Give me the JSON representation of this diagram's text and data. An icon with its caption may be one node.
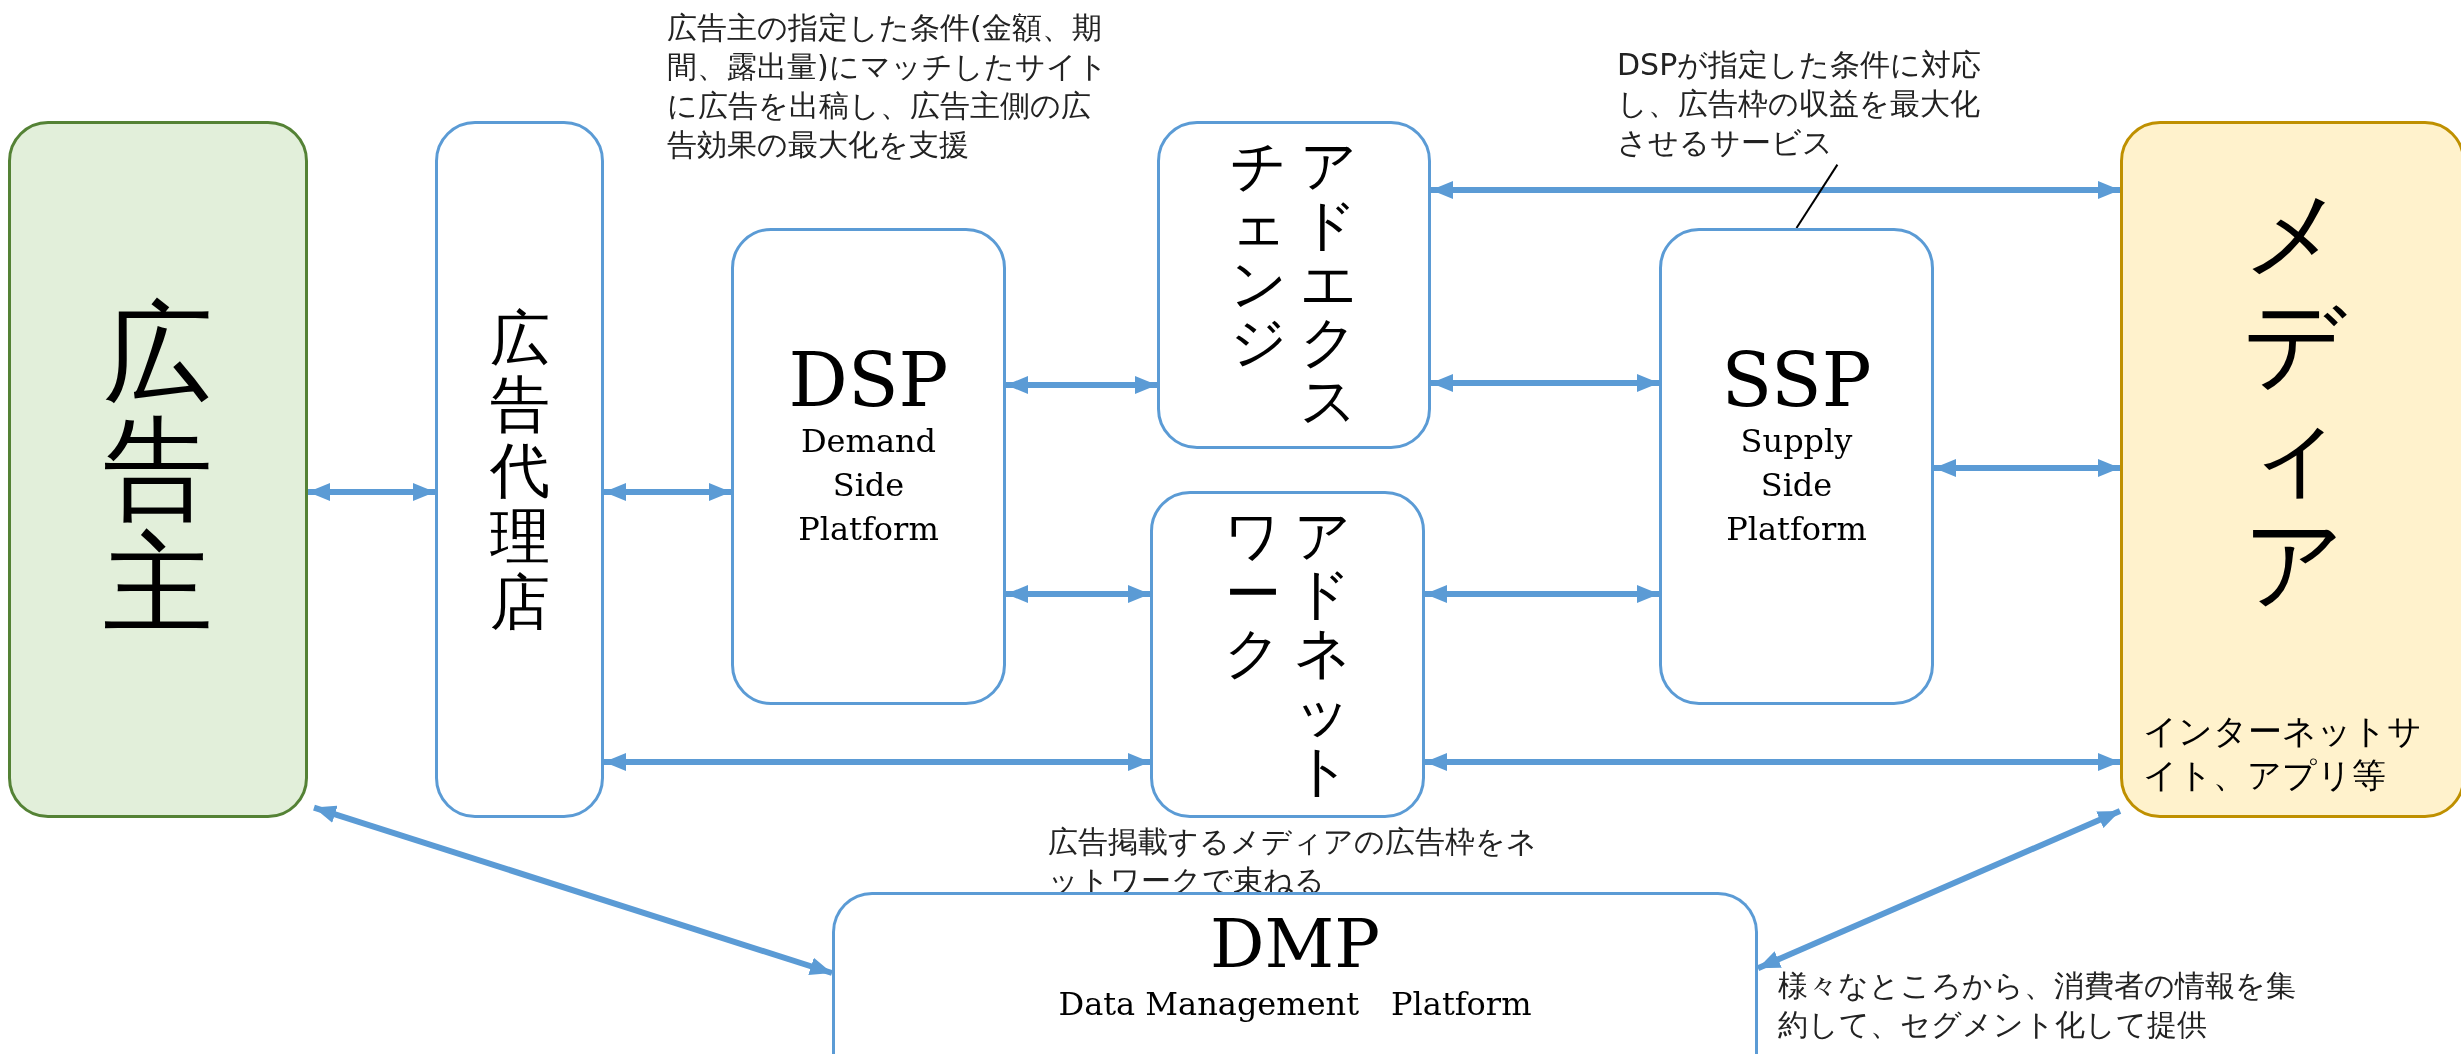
{
  "diagram": {
    "nodes": [
      {
        "text": [
          "広告主"
        ]
      },
      {
        "text": [
          "広告代理店"
        ]
      },
      {
        "text": [
          "DSP",
          "Demand Side Platform"
        ],
        "beside": [
          "広告主の指定した条件(金額、期間、露出量)にマッチしたサイトに広告を出稿し、広告主側の広告効果の最大化を支援"
        ]
      },
      {
        "text": [
          "アドエクスチェンジ"
        ]
      },
      {
        "text": [
          "アドネットワーク"
        ],
        "beside": [
          "広告掲載するメディアの広告枠をネットワークで束ねる"
        ]
      },
      {
        "text": [
          "SSP",
          "Supply Side Platform"
        ]
      },
      {
        "text": [
          "メディア",
          "インターネットサイト、アプリ等"
        ]
      },
      {
        "text": [
          "DMP",
          "Data Management　Platform"
        ],
        "beside": [
          "様々なところから、消費者の情報を集約して、セグメント化して提供"
        ]
      },
      {
        "text": [
          "DSPが指定した条件に対応し、広告枠の収益を最大化させるサービス"
        ]
      }
    ],
    "edges": [
      {
        "from": 0,
        "to": 1,
        "arrow": "both"
      },
      {
        "from": 1,
        "to": 2,
        "arrow": "both"
      },
      {
        "from": 2,
        "to": 3,
        "arrow": "both"
      },
      {
        "from": 2,
        "to": 4,
        "arrow": "both"
      },
      {
        "from": 3,
        "to": 5,
        "arrow": "both"
      },
      {
        "from": 4,
        "to": 5,
        "arrow": "both"
      },
      {
        "from": 3,
        "to": 6,
        "arrow": "both"
      },
      {
        "from": 5,
        "to": 6,
        "arrow": "both"
      },
      {
        "from": 1,
        "to": 4,
        "arrow": "both"
      },
      {
        "from": 4,
        "to": 6,
        "arrow": "both"
      },
      {
        "from": 0,
        "to": 7,
        "arrow": "both"
      },
      {
        "from": 7,
        "to": 6,
        "arrow": "both"
      },
      {
        "from": 8,
        "to": 5,
        "arrow": "none",
        "color": "#000000"
      }
    ]
  }
}
